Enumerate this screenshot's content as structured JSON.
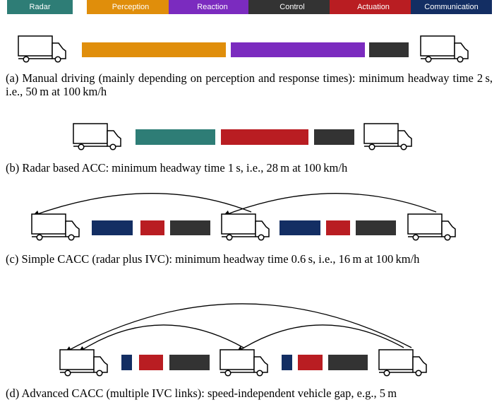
{
  "colors": {
    "radar": "#2e7d76",
    "perception": "#e08e0b",
    "reaction": "#7b2bbf",
    "control": "#333333",
    "actuation": "#b91d22",
    "communication": "#132e63"
  },
  "legend": [
    {
      "key": "radar",
      "label": "Radar"
    },
    {
      "key": "perception",
      "label": "Perception"
    },
    {
      "key": "reaction",
      "label": "Reaction"
    },
    {
      "key": "control",
      "label": "Control"
    },
    {
      "key": "actuation",
      "label": "Actuation"
    },
    {
      "key": "communication",
      "label": "Communication"
    }
  ],
  "icons": [
    "truck-icon",
    "arrow-icon"
  ],
  "captions": {
    "a": "(a) Manual driving (mainly depending on perception and response times): minimum headway time 2 s, i.e., 50 m at 100 km/h",
    "b": "(b) Radar based ACC: minimum headway time 1 s, i.e., 28 m at 100 km/h",
    "c": "(c) Simple CACC (radar plus IVC): minimum headway time 0.6 s, i.e., 16 m at 100 km/h",
    "d": "(d) Advanced CACC (multiple IVC links): speed-independent vehicle gap, e.g., 5 m"
  }
}
